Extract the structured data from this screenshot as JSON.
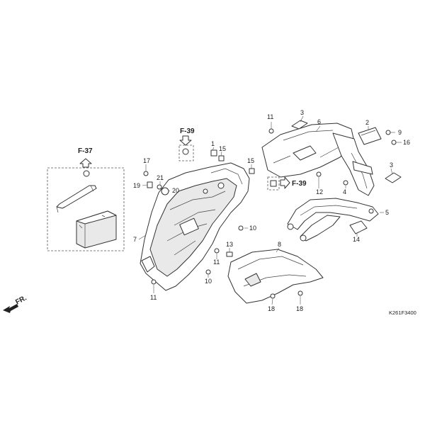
{
  "reference_labels": {
    "battery_box": "F-37",
    "left_top": "F-39",
    "right_mid": "F-39"
  },
  "direction_label": "FR.",
  "diagram_code": "K261F3400",
  "callouts": {
    "c1": "1",
    "c2": "2",
    "c3a": "3",
    "c3b": "3",
    "c4": "4",
    "c5": "5",
    "c6": "6",
    "c7": "7",
    "c8": "8",
    "c9": "9",
    "c10a": "10",
    "c10b": "10",
    "c11a": "11",
    "c11b": "11",
    "c11c": "11",
    "c12": "12",
    "c13": "13",
    "c14": "14",
    "c15a": "15",
    "c15b": "15",
    "c16": "16",
    "c17": "17",
    "c18a": "18",
    "c18b": "18",
    "c19": "19",
    "c20": "20",
    "c21": "21"
  }
}
